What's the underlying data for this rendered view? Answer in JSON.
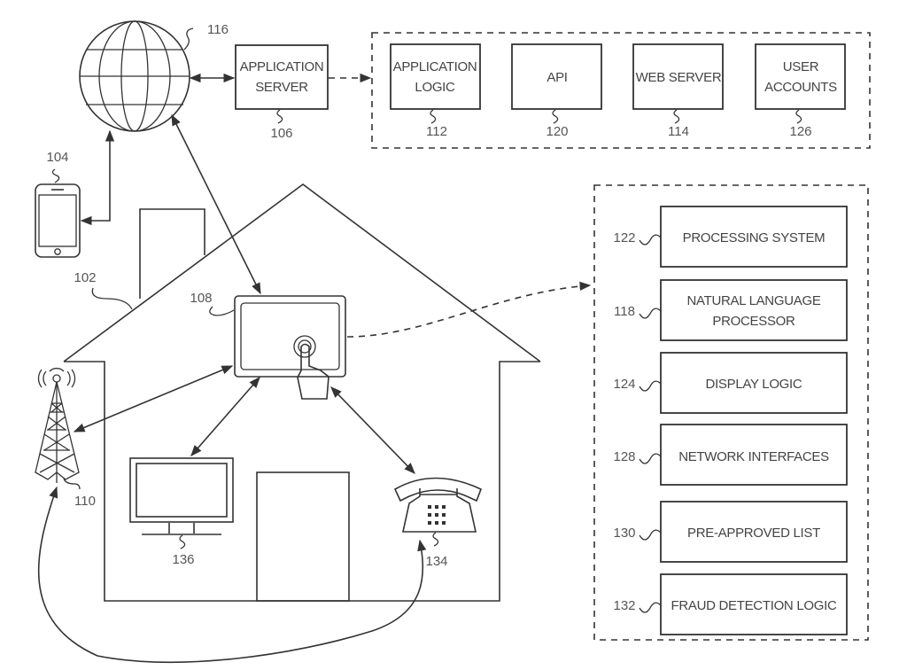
{
  "diagram": {
    "type": "system-architecture-patent-figure",
    "network": {
      "ref": "116",
      "icon": "globe-icon"
    },
    "application_server": {
      "ref": "106",
      "label_line1": "APPLICATION",
      "label_line2": "SERVER"
    },
    "server_components": [
      {
        "ref": "112",
        "line1": "APPLICATION",
        "line2": "LOGIC"
      },
      {
        "ref": "120",
        "line1": "API",
        "line2": ""
      },
      {
        "ref": "114",
        "line1": "WEB SERVER",
        "line2": ""
      },
      {
        "ref": "126",
        "line1": "USER",
        "line2": "ACCOUNTS"
      }
    ],
    "mobile_device": {
      "ref": "104",
      "icon": "smartphone-icon"
    },
    "home": {
      "ref": "102"
    },
    "tablet": {
      "ref": "108",
      "icon": "touch-tablet-icon"
    },
    "cell_tower": {
      "ref": "110",
      "icon": "cell-tower-icon"
    },
    "television": {
      "ref": "136",
      "icon": "monitor-icon"
    },
    "telephone": {
      "ref": "134",
      "icon": "telephone-icon"
    },
    "device_components": [
      {
        "ref": "122",
        "line1": "PROCESSING SYSTEM",
        "line2": ""
      },
      {
        "ref": "118",
        "line1": "NATURAL LANGUAGE",
        "line2": "PROCESSOR"
      },
      {
        "ref": "124",
        "line1": "DISPLAY LOGIC",
        "line2": ""
      },
      {
        "ref": "128",
        "line1": "NETWORK INTERFACES",
        "line2": ""
      },
      {
        "ref": "130",
        "line1": "PRE-APPROVED LIST",
        "line2": ""
      },
      {
        "ref": "132",
        "line1": "FRAUD DETECTION LOGIC",
        "line2": ""
      }
    ]
  }
}
